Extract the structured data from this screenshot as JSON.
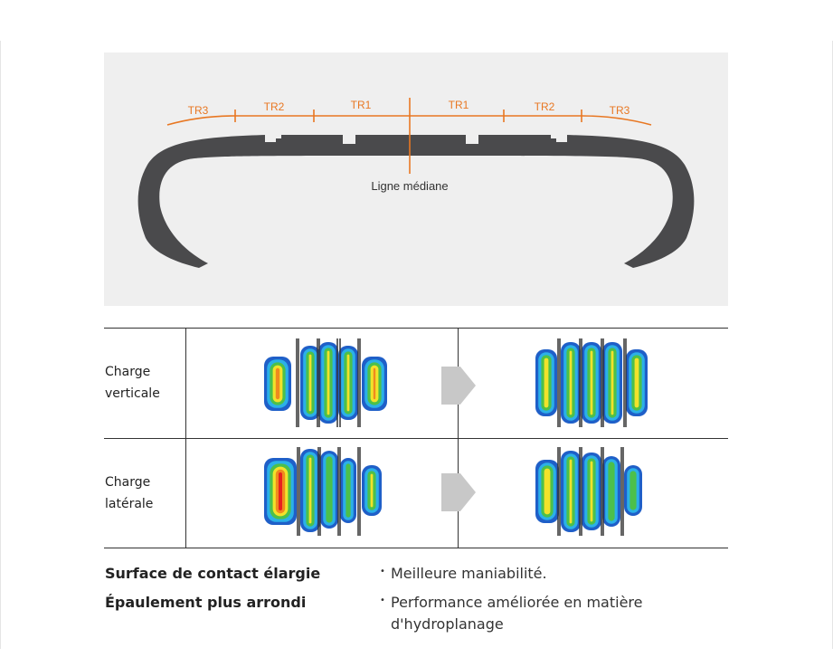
{
  "diagram": {
    "zones_left": [
      "TR3",
      "TR2",
      "TR1"
    ],
    "zones_right": [
      "TR1",
      "TR2",
      "TR3"
    ],
    "centerline_label": "Ligne médiane",
    "accent_color": "#e87722",
    "tire_color": "#4a4a4c"
  },
  "table": {
    "rows": [
      {
        "label_line1": "Charge",
        "label_line2": "verticale"
      },
      {
        "label_line1": "Charge",
        "label_line2": "latérale"
      }
    ]
  },
  "features": [
    {
      "title": "Surface de contact élargie",
      "benefit": "Meilleure maniabilité."
    },
    {
      "title": "Épaulement plus arrondi",
      "benefit_line1": "Performance améliorée en matière",
      "benefit_line2": "d'hydroplanage"
    }
  ]
}
